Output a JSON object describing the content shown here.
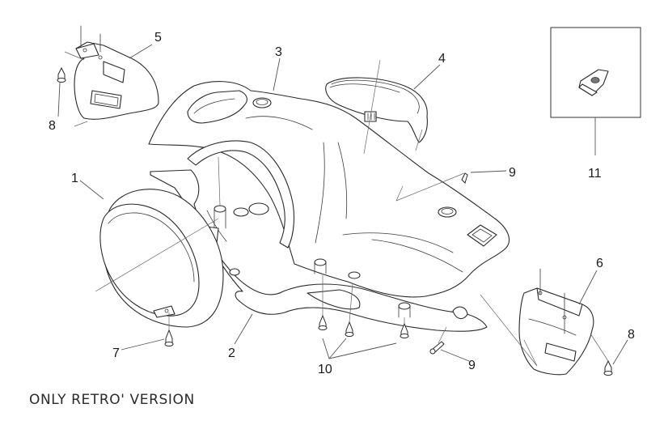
{
  "diagram": {
    "title": "Exploded parts view - headlight / handlebar cover",
    "caption": "ONLY RETRO' VERSION",
    "callouts": [
      {
        "id": "1",
        "label": "1",
        "part": "headlight-rim"
      },
      {
        "id": "2",
        "label": "2",
        "part": "lower-handlebar-cover"
      },
      {
        "id": "3",
        "label": "3",
        "part": "upper-handlebar-cover"
      },
      {
        "id": "4",
        "label": "4",
        "part": "instrument-bezel-ring"
      },
      {
        "id": "5",
        "label": "5",
        "part": "left-switch-cover"
      },
      {
        "id": "6",
        "label": "6",
        "part": "right-switch-cover"
      },
      {
        "id": "7",
        "label": "7",
        "part": "screw"
      },
      {
        "id": "8a",
        "label": "8",
        "part": "screw"
      },
      {
        "id": "8b",
        "label": "8",
        "part": "screw"
      },
      {
        "id": "9a",
        "label": "9",
        "part": "screw"
      },
      {
        "id": "9b",
        "label": "9",
        "part": "screw"
      },
      {
        "id": "10",
        "label": "10",
        "part": "screws"
      },
      {
        "id": "11",
        "label": "11",
        "part": "speed-nut-clip"
      }
    ],
    "colors": {
      "line": "#2a2a2a",
      "background": "#ffffff"
    }
  }
}
